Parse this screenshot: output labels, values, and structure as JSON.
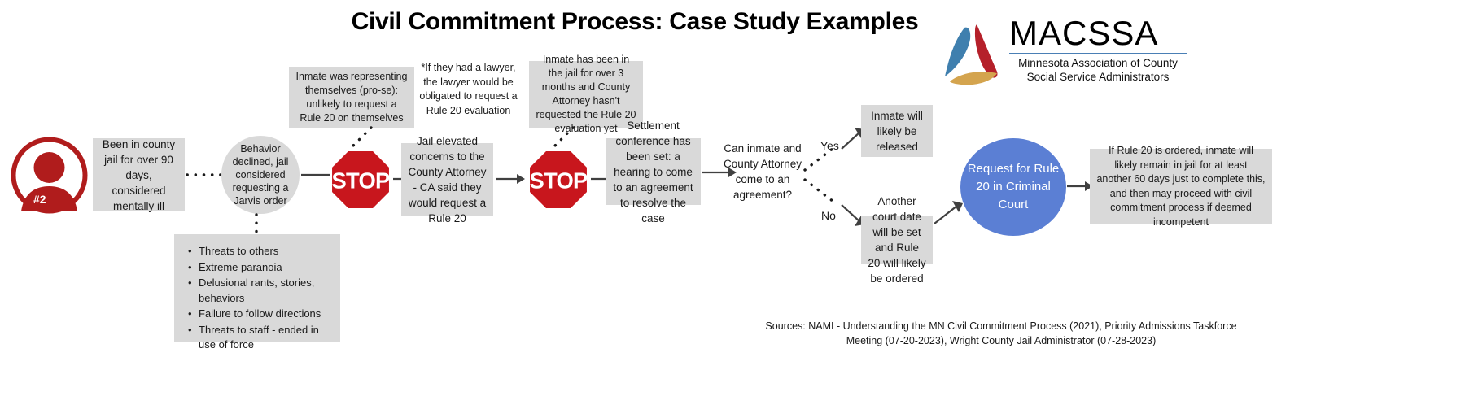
{
  "page": {
    "title": "Civil Commitment Process: Case Study Examples",
    "background": "#ffffff"
  },
  "logo": {
    "name": "macssa-logo",
    "wordmark": "MACSSA",
    "subtitle_line1": "Minnesota Association of County",
    "subtitle_line2": "Social Service Administrators",
    "colors": {
      "blue": "#3f7fae",
      "red": "#b5202a",
      "gold": "#d4a44e",
      "rule": "#4a7fb5"
    }
  },
  "case": {
    "badge": "#2",
    "avatar_color": "#b01c1c"
  },
  "colors": {
    "gray_box": "#d9d9d9",
    "blue_ellipse": "#5b7fd4",
    "stop_red": "#c8161d",
    "arrow": "#404040",
    "text": "#1a1a1a"
  },
  "flow": {
    "start_box": "Been in county jail for over 90 days, considered mentally ill",
    "behavior_circle": "Behavior declined, jail considered requesting a Jarvis order",
    "stop_1_label": "STOP",
    "stop_2_label": "STOP",
    "note_pro_se": "Inmate was representing themselves (pro-se): unlikely to request a Rule 20 on themselves",
    "note_lawyer": "*If they had a lawyer, the lawyer would be obligated to request a Rule 20 evaluation",
    "note_three_months": "Inmate has been in the jail for over 3 months and County Attorney hasn't requested the Rule 20 evaluation yet",
    "jail_elevated": "Jail elevated concerns to the County Attorney - CA said they would request a Rule 20",
    "settlement": "Settlement conference has been set: a hearing to come to an agreement to resolve the case",
    "decision": "Can inmate and County Attorney come to an agreement?",
    "branch_yes_label": "Yes",
    "branch_no_label": "No",
    "outcome_yes": "Inmate will likely be released",
    "outcome_no": "Another court date will be set and Rule 20 will likely be ordered",
    "rule20_circle": "Request for Rule 20 in Criminal Court",
    "final_box": "If Rule 20 is ordered, inmate will likely remain in jail for at least another 60 days just to complete this, and then may proceed with civil commitment process if deemed incompetent"
  },
  "behaviors": {
    "items": [
      "Threats to others",
      "Extreme paranoia",
      "Delusional rants, stories, behaviors",
      "Failure to follow directions",
      "Threats to staff - ended in use of force"
    ]
  },
  "sources": {
    "line1": "Sources: NAMI - Understanding the MN Civil Commitment Process (2021), Priority Admissions Taskforce",
    "line2": "Meeting (07-20-2023), Wright County Jail Administrator (07-28-2023)"
  }
}
